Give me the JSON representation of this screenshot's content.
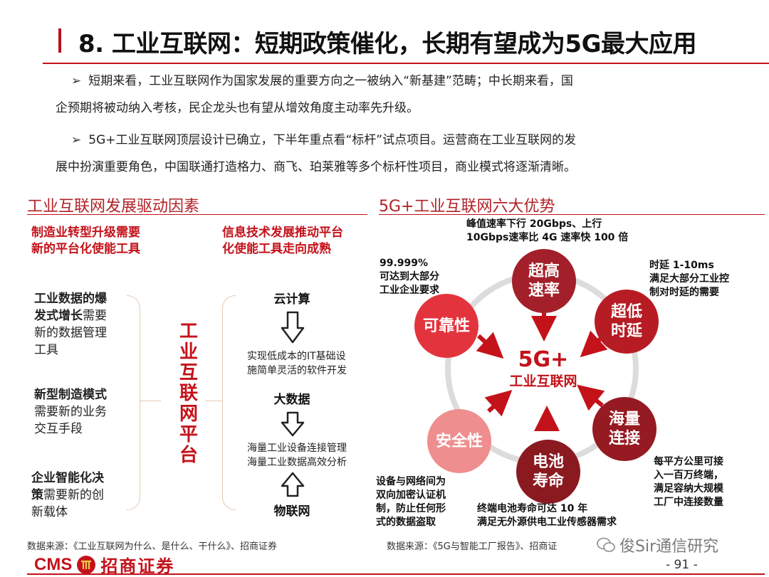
{
  "header": {
    "title": "8. 工业互联网：短期政策催化，长期有望成为5G最大应用"
  },
  "bullets": [
    {
      "line1": "短期来看，工业互联网作为国家发展的重要方向之一被纳入“新基建”范畴；中长期来看，国",
      "line2": "企预期将被动纳入考核，民企龙头也有望从增效角度主动率先升级。"
    },
    {
      "line1": "5G+工业互联网顶层设计已确立，下半年重点看“标杆”试点项目。运营商在工业互联网的发",
      "line2": "展中扮演重要角色，中国联通打造格力、商飞、珀莱雅等多个标杆性项目，商业模式将逐渐清晰。"
    }
  ],
  "left_panel": {
    "heading": "工业互联网发展驱动因素",
    "col1_title_l1": "制造业转型升级需要",
    "col1_title_l2": "新的平台化使能工具",
    "col2_title_l1": "信息技术发展推动平台",
    "col2_title_l2": "化使能工具走向成熟",
    "factors": [
      {
        "bold1": "工业数据的爆",
        "bold2": "发式增长",
        "rest1": "需要",
        "rest2": "新的数据管理",
        "rest3": "工具"
      },
      {
        "bold1": "新型制造模式",
        "rest1": "需要新的业务",
        "rest2": "交互手段"
      },
      {
        "bold1": "企业智能化决",
        "bold2": "策",
        "rest1": "需要新的创",
        "rest2": "新载体"
      }
    ],
    "platform_chars": [
      "工",
      "业",
      "互",
      "联",
      "网",
      "平",
      "台"
    ],
    "steps": {
      "cloud": "云计算",
      "cloud_desc1": "实现低成本的IT基础设",
      "cloud_desc2": "施简单灵活的软件开发",
      "bigdata": "大数据",
      "bigdata_desc1": "海量工业设备连接管理",
      "bigdata_desc2": "海量工业数据高效分析",
      "iot": "物联网"
    }
  },
  "right_panel": {
    "heading": "5G+工业互联网六大优势",
    "center_l1": "5G+",
    "center_l2": "工业互联网",
    "advantages": {
      "speed": {
        "l1": "超高",
        "l2": "速率"
      },
      "latency": {
        "l1": "超低",
        "l2": "时延"
      },
      "connections": {
        "l1": "海量",
        "l2": "连接"
      },
      "battery": {
        "l1": "电池",
        "l2": "寿命"
      },
      "security": {
        "l1": "安全性"
      },
      "reliability": {
        "l1": "可靠性"
      }
    },
    "notes": {
      "speed_l1": "峰值速率下行 20Gbps、上行",
      "speed_l2": "10Gbps速率比 4G 速率快 100 倍",
      "latency_l1": "时延 1-10ms",
      "latency_l2": "满足大部分工业控",
      "latency_l3": "制对时延的需要",
      "reliability_l1": "99.999%",
      "reliability_l2": "可达到大部分",
      "reliability_l3": "工业企业要求",
      "connections_l1": "每平方公里可接",
      "connections_l2": "入一百万终端，",
      "connections_l3": "满足容纳大规模",
      "connections_l4": "工厂中连接数量",
      "security_l1": "设备与网络间为",
      "security_l2": "双向加密认证机",
      "security_l3": "制，防止任何形",
      "security_l4": "式的数据盗取",
      "battery_l1": "终端电池寿命可达 10 年",
      "battery_l2": "满足无外源供电工业传感器需求"
    }
  },
  "footer": {
    "source_left": "数据来源：《工业互联网为什么、是什么、干什么》、招商证券",
    "source_right": "数据来源：《5G与智能工厂报告》、招商证",
    "logo_cms": "CMS",
    "logo_name": "招商证券",
    "watermark": "俊Sir通信研究",
    "page": "- 91 -"
  },
  "colors": {
    "accent_red": "#c4121a",
    "dark_red": "#8e1a20",
    "pink": "#ef8c8c",
    "ring": "#d9d9d9"
  }
}
